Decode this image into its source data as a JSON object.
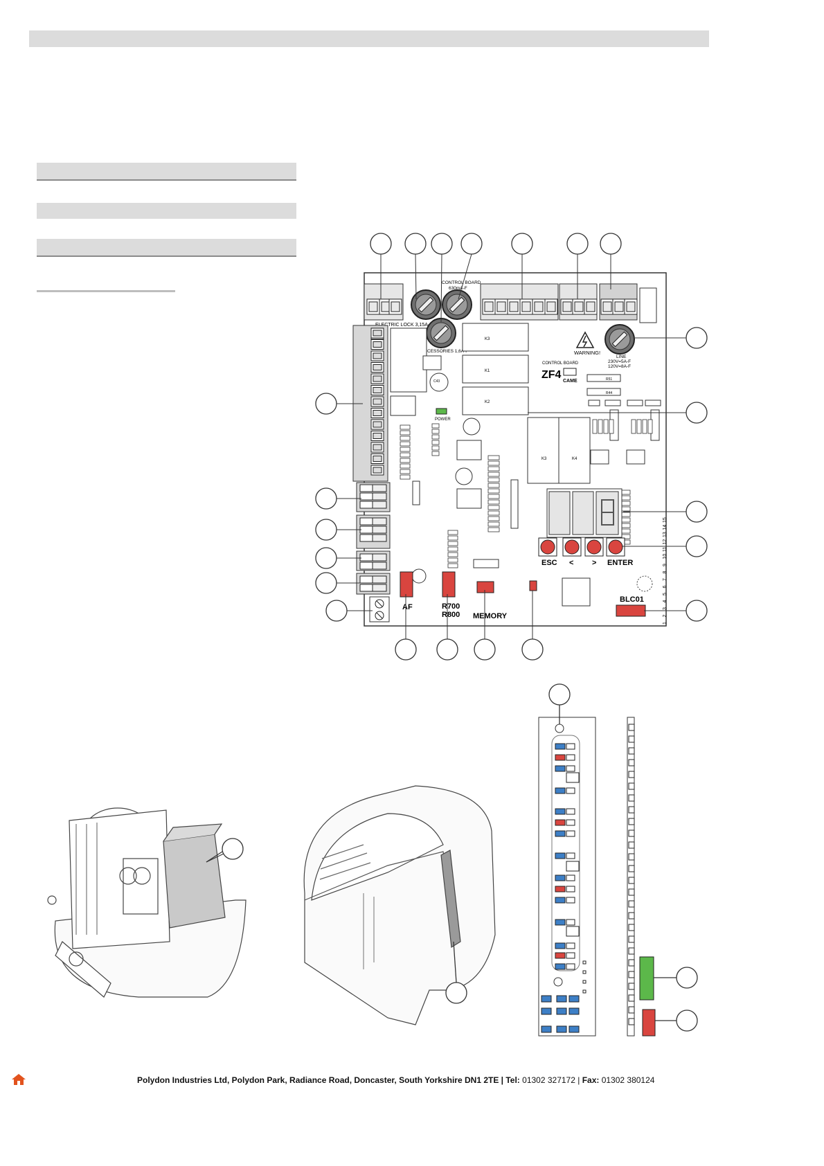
{
  "board": {
    "labels": {
      "electric_lock": "ELECTRIC LOCK 3,15A-F",
      "control_board": "CONTROL BOARD",
      "control_board_fuse": "630mA-F",
      "accessories": "ACCESSORIES 1,6A-F",
      "warning": "WARNING!",
      "line": "LINE",
      "line_230": "230V=5A-F",
      "line_120": "120V=8A-F",
      "control_board_2": "CONTROL BOARD",
      "model": "ZF4",
      "brand": "CAME",
      "power": "POWER",
      "esc": "ESC",
      "enter": "ENTER",
      "left_arrow": "<",
      "right_arrow": ">",
      "af": "AF",
      "r700": "R700",
      "r800": "R800",
      "memory": "MEMORY",
      "blc01": "BLC01",
      "k3": "K3",
      "k1": "K1",
      "k2": "K2",
      "k4": "K4",
      "c43": "C43",
      "r51": "R51",
      "r44": "R44"
    },
    "side_numbers": [
      "1",
      "2",
      "3",
      "4",
      "5",
      "6",
      "7",
      "8",
      "9",
      "10",
      "11",
      "12",
      "13",
      "14",
      "15"
    ]
  },
  "colors": {
    "accent_red": "#d9453f",
    "accent_blue": "#3d7fc6",
    "accent_green": "#5cb84a",
    "bar_gray": "#dcdcdc",
    "home_icon": "#e2531e"
  },
  "footer": {
    "address": "Polydon Industries Ltd, Polydon Park, Radiance Road, Doncaster, South Yorkshire DN1 2TE | ",
    "tel_label": "Tel:",
    "tel": " 01302 327172 | ",
    "fax_label": "Fax:",
    "fax": " 01302 380124",
    "home_icon": "home-icon"
  }
}
